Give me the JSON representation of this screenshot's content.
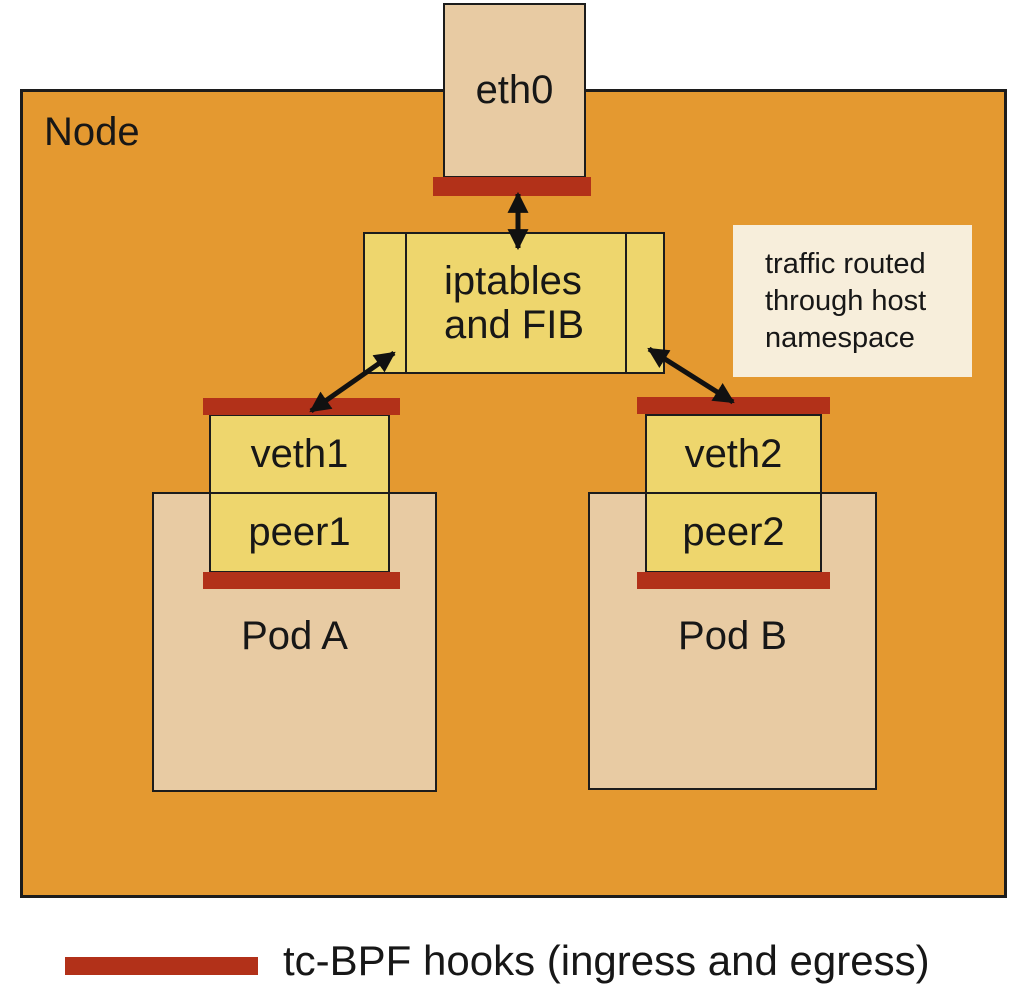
{
  "diagram": {
    "node_label": "Node",
    "eth0_label": "eth0",
    "iptables_label": "iptables\nand FIB",
    "note_text": "traffic routed\nthrough host\nnamespace",
    "veth1_label": "veth1",
    "peer1_label": "peer1",
    "veth2_label": "veth2",
    "peer2_label": "peer2",
    "pod_a_label": "Pod A",
    "pod_b_label": "Pod B"
  },
  "legend": {
    "hook_label": "tc-BPF hooks (ingress and egress)"
  },
  "colors": {
    "node-bg": "#e49930",
    "pod-bg": "#e8cba3",
    "iface-bg": "#eed66d",
    "hook-red": "#b23119",
    "note-bg": "#f7eedb",
    "line": "#1c1c1c",
    "text": "#171717"
  }
}
